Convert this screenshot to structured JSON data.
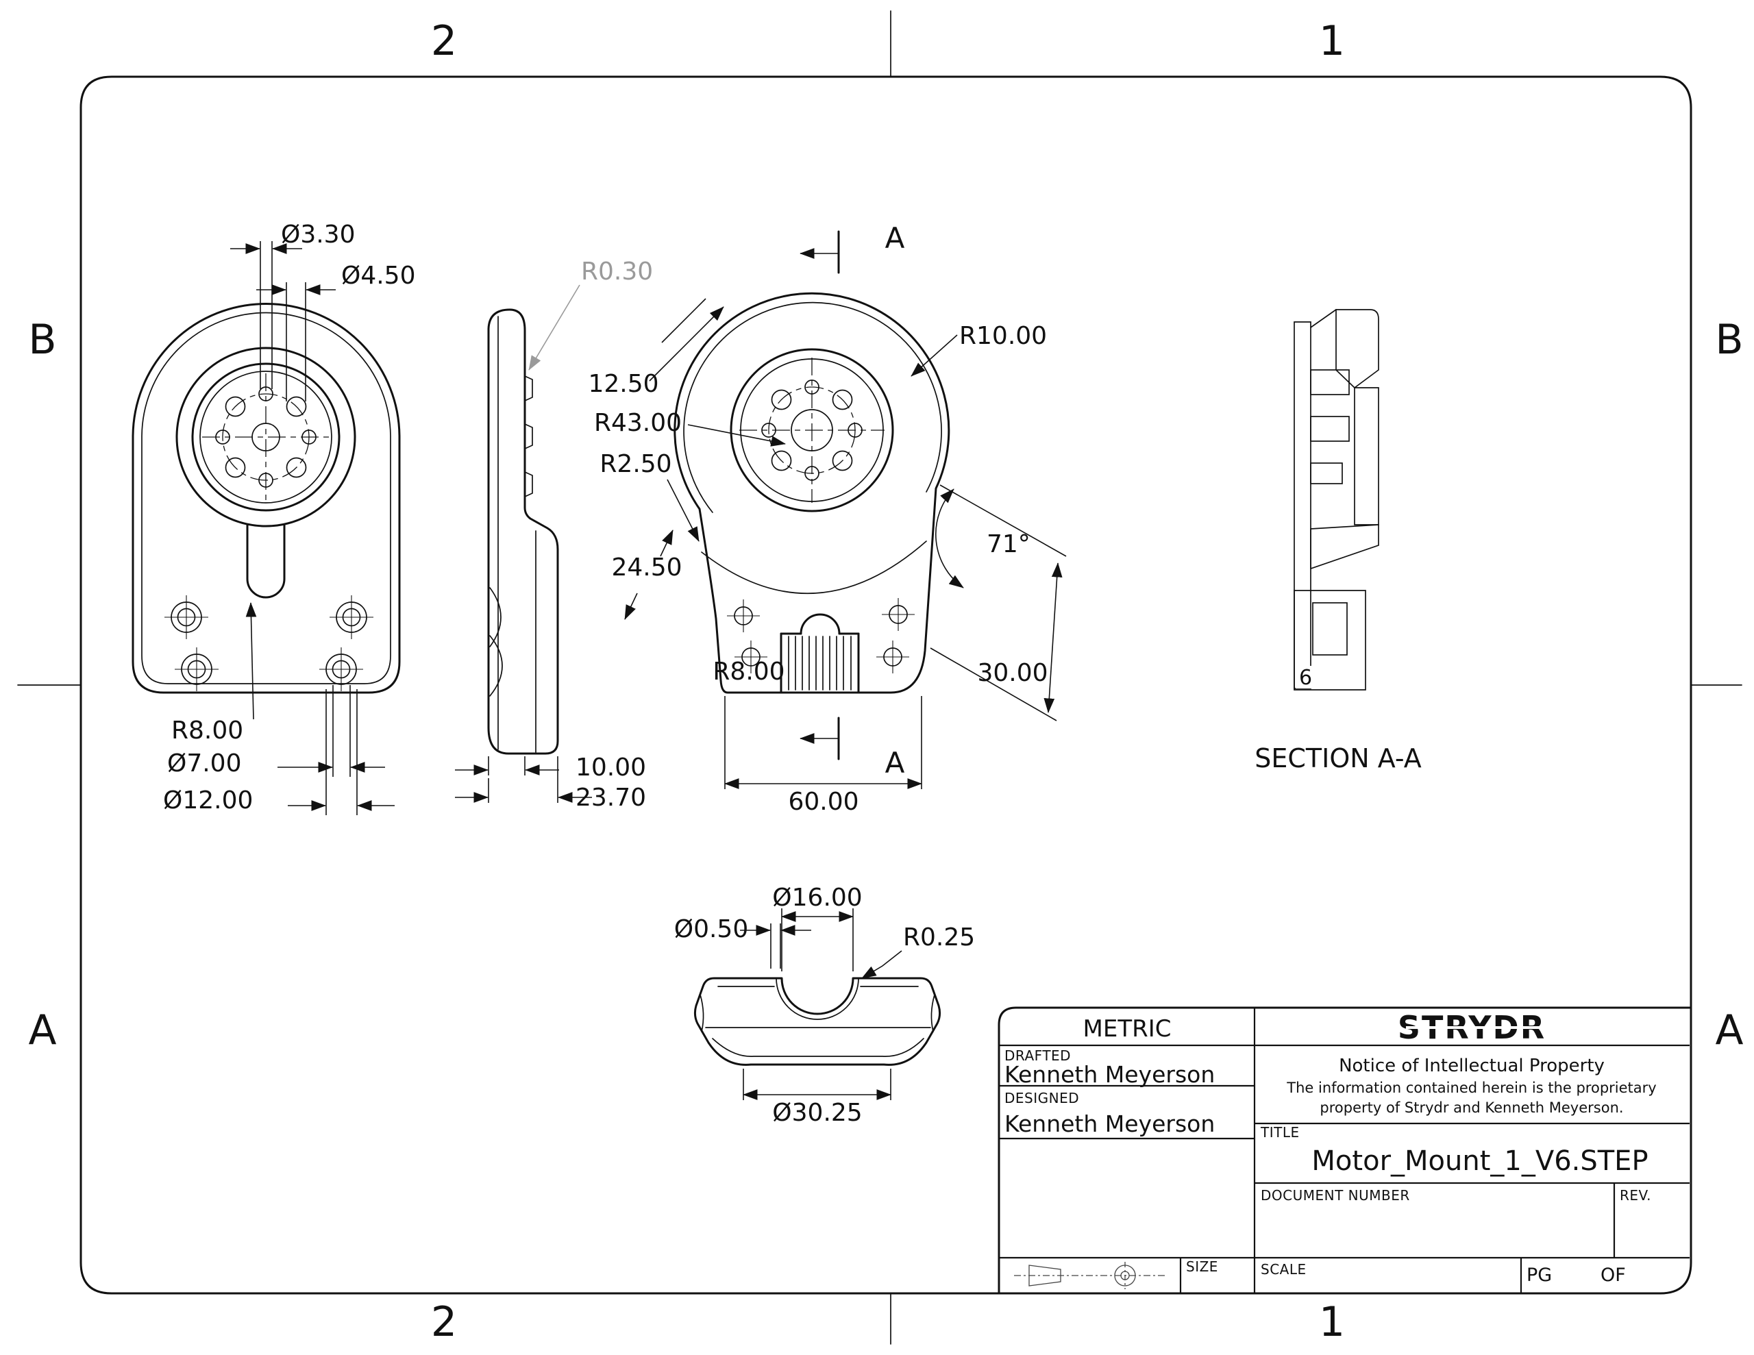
{
  "colors": {
    "line": "#111111",
    "gray_dim": "#9a9a9a",
    "background": "#ffffff"
  },
  "zones": {
    "top": [
      "2",
      "1"
    ],
    "bottom": [
      "2",
      "1"
    ],
    "left": [
      "B",
      "A"
    ],
    "right": [
      "B",
      "A"
    ]
  },
  "views": {
    "front": {
      "dims": {
        "d3_30": "Ø3.30",
        "d4_50": "Ø4.50",
        "r8": "R8.00",
        "d7": "Ø7.00",
        "d12": "Ø12.00"
      }
    },
    "side": {
      "dims": {
        "r0_30": "R0.30",
        "t10": "10.00",
        "t23_70": "23.70"
      }
    },
    "center": {
      "cut_label": "A",
      "dims": {
        "d12_50": "12.50",
        "r43": "R43.00",
        "r2_50": "R2.50",
        "d24_50": "24.50",
        "r8": "R8.00",
        "r10": "R10.00",
        "a71": "71°",
        "d30": "30.00",
        "d60": "60.00"
      }
    },
    "section": {
      "title": "SECTION A-A",
      "note": "6"
    },
    "bottom": {
      "dims": {
        "d16": "Ø16.00",
        "d0_50": "Ø0.50",
        "r0_25": "R0.25",
        "d30_25": "Ø30.25"
      }
    }
  },
  "title_block": {
    "metric": "METRIC",
    "drafted_label": "DRAFTED",
    "drafted": "Kenneth Meyerson",
    "designed_label": "DESIGNED",
    "designed": "Kenneth Meyerson",
    "logo": "STRYDR",
    "notice_title": "Notice of Intellectual Property",
    "notice_line1": "The information contained herein is the proprietary",
    "notice_line2": "property of Strydr and Kenneth Meyerson.",
    "title_label": "TITLE",
    "title": "Motor_Mount_1_V6.STEP",
    "doc_number_label": "DOCUMENT NUMBER",
    "rev_label": "REV.",
    "scale_label": "SCALE",
    "size_label": "SIZE",
    "pg_label": "PG",
    "of_label": "OF"
  }
}
